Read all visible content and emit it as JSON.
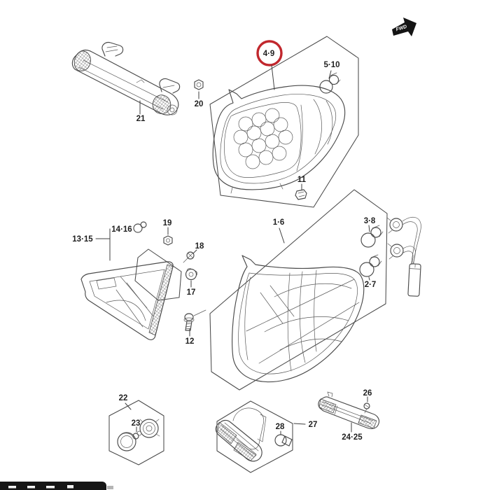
{
  "colors": {
    "background": "#ffffff",
    "line": "#4a4a4a",
    "label_text": "#1f1f1f",
    "highlight": "#c1272d",
    "direction_fill": "#141414",
    "direction_text": "#ffffff",
    "taskbar": "#161616"
  },
  "direction_indicator": {
    "label": "FWD"
  },
  "selection": {
    "highlighted_callout": "4·9",
    "marker": "red-circle"
  },
  "callouts": {
    "high_mount_stop_lamp": "21",
    "nut": "20",
    "led_lamp_selected": "4·9",
    "led_lamp_bulb": "5·10",
    "clip": "11",
    "bulb_lamp": "1·6",
    "bulb_upper": "3·8",
    "bulb_lower": "2·7",
    "inner_lamp": "13·15",
    "inner_lamp_bulb": "14·16",
    "inner_nut": "19",
    "inner_screw": "18",
    "grommet": "17",
    "bolt": "12",
    "side_marker_lamp": "22",
    "side_marker_bulb": "23",
    "reflector_screw": "26",
    "fog_lamp": "27",
    "fog_lamp_bulb": "28",
    "reflector": "24·25"
  }
}
